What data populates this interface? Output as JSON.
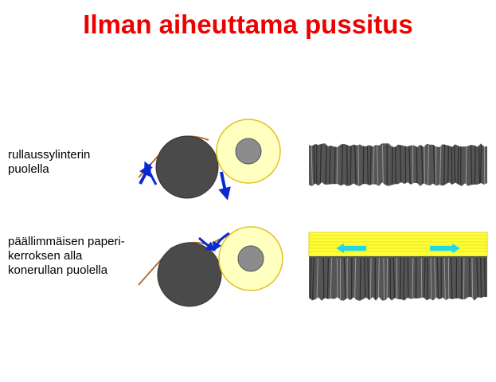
{
  "title": "Ilman aiheuttama pussitus",
  "labels": {
    "top": [
      "rullaussylinterin",
      "puolella"
    ],
    "bottom": [
      "päällimmäisen paperi-",
      "kerroksen alla",
      "konerullan puolella"
    ]
  },
  "colors": {
    "title": "#ee0000",
    "cylinder": "#4a4a4a",
    "roll_paper": "#ffffc0",
    "roll_outline": "#e6c020",
    "roll_core": "#8c8c8c",
    "paper_web": "#b87030",
    "air_arrow": "#0a2ad0",
    "air_layer": "#ffff33",
    "spread_arrow": "#20d8e8",
    "strip": "#555555"
  }
}
